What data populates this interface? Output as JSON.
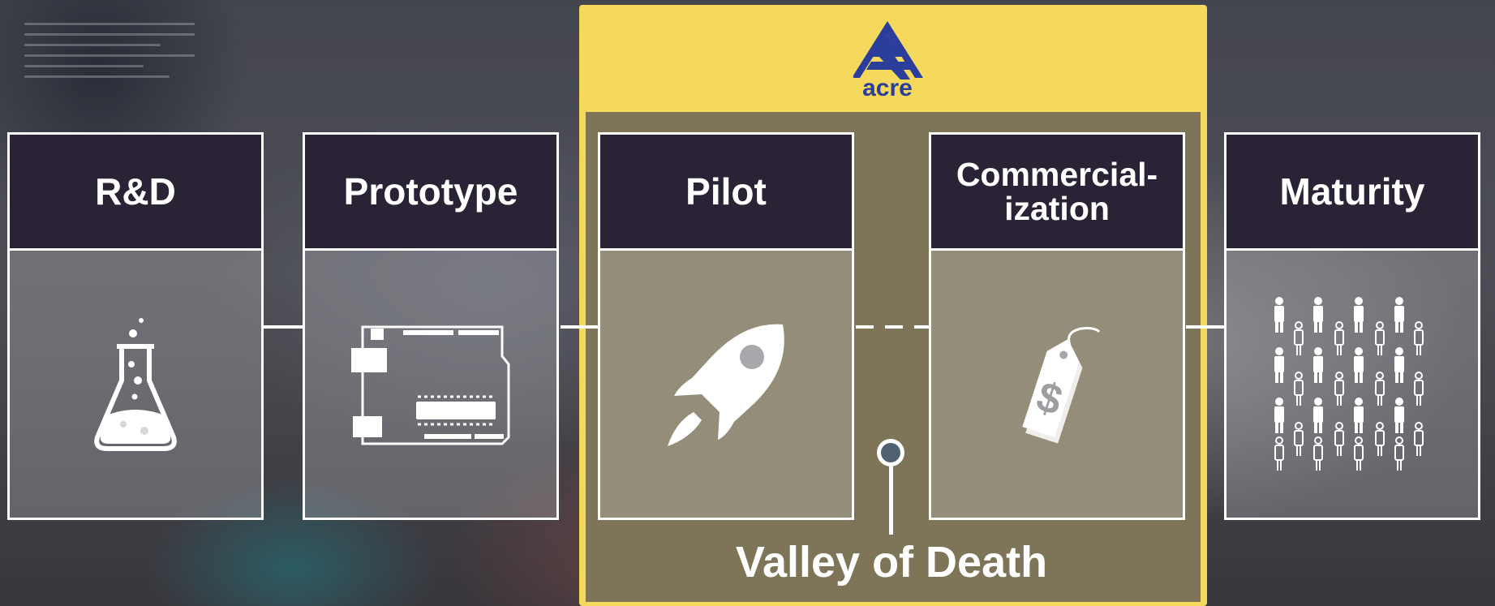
{
  "logo": {
    "text": "acre",
    "color": "#2b3e9c"
  },
  "highlight_color": "#f5d95c",
  "stages": [
    {
      "title": "R&D",
      "icon": "flask-icon"
    },
    {
      "title": "Prototype",
      "icon": "circuit-board-icon"
    },
    {
      "title": "Pilot",
      "icon": "rocket-icon"
    },
    {
      "title": "Commercial-",
      "title2": "ization",
      "icon": "price-tag-icon"
    },
    {
      "title": "Maturity",
      "icon": "people-crowd-icon"
    }
  ],
  "valley_label": "Valley of Death"
}
